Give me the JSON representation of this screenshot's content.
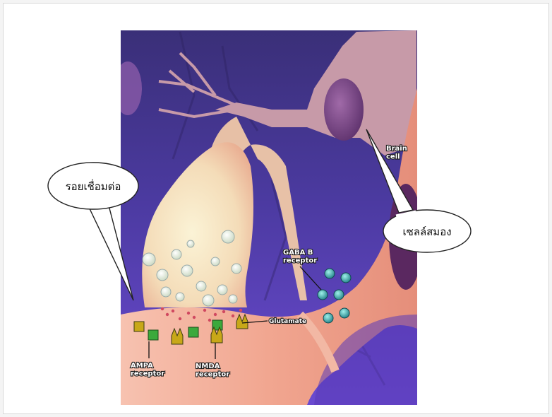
{
  "labels": {
    "brain_cell": "Brain\ncell",
    "gaba_receptor": "GABA B\nreceptor",
    "glutamate": "Glutamate",
    "ampa_receptor": "AMPA\nreceptor",
    "nmda_receptor": "NMDA\nreceptor"
  },
  "callouts": {
    "synapse": "รอยเชื่อมต่อ",
    "brain_cell": "เซลล์สมอง"
  },
  "colors": {
    "background_purple": "#5a3aa8",
    "membrane_pink": "#f2b0a0",
    "terminal_cream": "#f6ecc8",
    "receptor_green": "#3ca93c",
    "gaba_teal": "#2f9c9a"
  }
}
